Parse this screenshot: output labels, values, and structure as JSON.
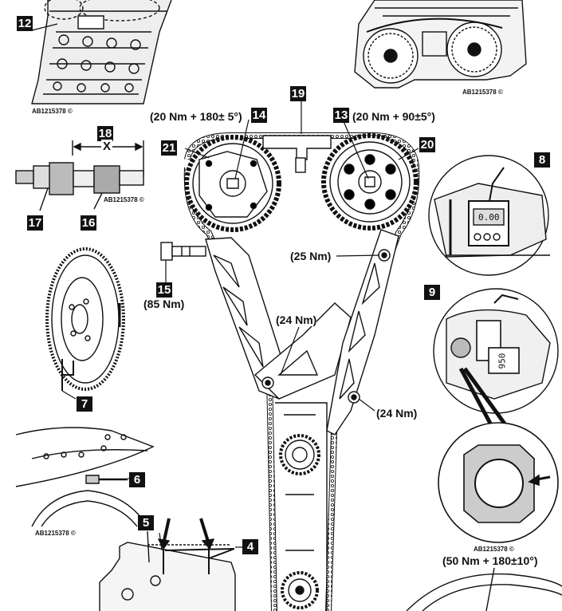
{
  "callouts": {
    "c4": "4",
    "c5": "5",
    "c6": "6",
    "c7": "7",
    "c8": "8",
    "c9": "9",
    "c12": "12",
    "c13": "13",
    "c14": "14",
    "c15": "15",
    "c16": "16",
    "c17": "17",
    "c18": "18",
    "c19": "19",
    "c20": "20",
    "c21": "21"
  },
  "torques": {
    "t14": "(20 Nm + 180± 5°)",
    "t13": "(20 Nm + 90±5°)",
    "t15": "(85 Nm)",
    "t_upper_tensioner": "(25 Nm)",
    "t_guide": "(24 Nm)",
    "t_lower": "(24 Nm)",
    "t_crank": "(50 Nm + 180±10°)"
  },
  "dimension_label": "X",
  "reference_code": "AB1215378 ©",
  "gauge_readouts": {
    "dial_8": "0.00",
    "dial_9": "950"
  },
  "colors": {
    "ink": "#111111",
    "callout_bg": "#111111",
    "chain_gray": "#999999"
  }
}
